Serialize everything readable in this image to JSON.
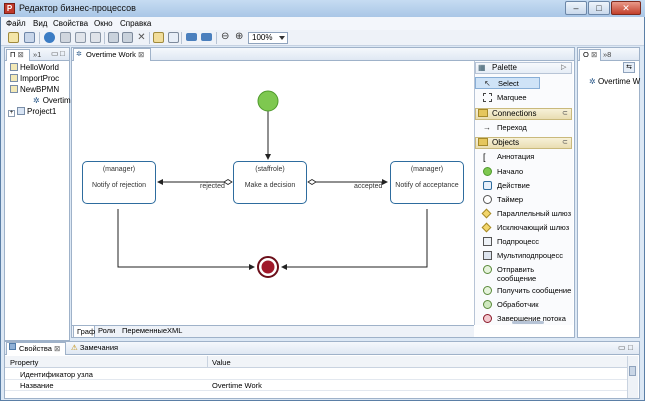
{
  "window": {
    "title": "Редактор бизнес-процессов",
    "minimize": "–",
    "maximize": "□",
    "close": "✕"
  },
  "menu": [
    "Файл",
    "Вид",
    "Свойства",
    "Окно",
    "Справка"
  ],
  "toolbar": {
    "zoom": "100%"
  },
  "navigator": {
    "tab_label": "П",
    "tab2_label": "1",
    "tree": [
      {
        "label": "HelloWorld",
        "level": 1
      },
      {
        "label": "ImportProc",
        "level": 1
      },
      {
        "label": "NewBPMN",
        "level": 1
      },
      {
        "label": "Overtime",
        "level": 2
      },
      {
        "label": "Project1",
        "level": 0
      }
    ]
  },
  "editor": {
    "tab_label": "Overtime Work",
    "nodes": {
      "rejection": {
        "role": "(manager)",
        "name": "Notify of rejection"
      },
      "decision": {
        "role": "(staffrole)",
        "name": "Make a decision"
      },
      "acceptance": {
        "role": "(manager)",
        "name": "Notify of acceptance"
      }
    },
    "edges": {
      "rejected": "rejected",
      "accepted": "accepted"
    },
    "bottom_tabs": [
      "Граф",
      "Роли",
      "Переменные",
      "XML"
    ]
  },
  "palette": {
    "title": "Palette",
    "tools": [
      "Select",
      "Marquee"
    ],
    "connections_title": "Connections",
    "connections": [
      "Переход"
    ],
    "objects_title": "Objects",
    "objects": [
      "Аннотация",
      "Начало",
      "Действие",
      "Таймер",
      "Параллельный шлюз",
      "Исключающий шлюз",
      "Подпроцесс",
      "Мультиподпроцесс",
      "Отправить сообщение",
      "Получить сообщение",
      "Обработчик",
      "Завершение потока"
    ]
  },
  "outline": {
    "tab_label": "O",
    "tab2_label": "8",
    "item": "Overtime W"
  },
  "properties": {
    "tab_label": "Свойства",
    "tab2_label": "Замечания",
    "col_property": "Property",
    "col_value": "Value",
    "rows": [
      {
        "property": "Идентификатор узла",
        "value": ""
      },
      {
        "property": "Название",
        "value": "Overtime Work"
      }
    ]
  },
  "colors": {
    "start_event": "#7ec850",
    "end_event": "#a0182a",
    "task_border": "#2e6c9e"
  }
}
